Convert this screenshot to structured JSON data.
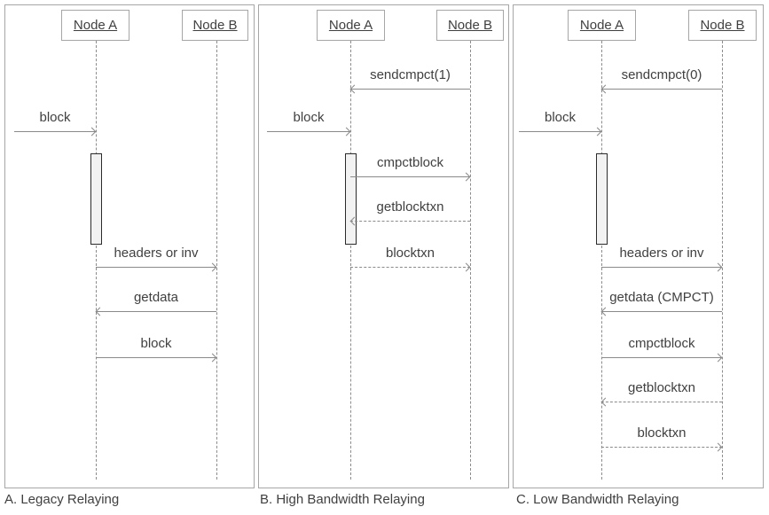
{
  "diagram": {
    "colors": {
      "panel_border": "#a6a6a6",
      "line": "#8a8a8a",
      "text": "#404040",
      "activation_fill": "#f2f2f2",
      "activation_border": "#2b2b2b",
      "background": "#ffffff"
    },
    "panels": [
      {
        "caption": "A. Legacy Relaying",
        "nodes": {
          "a": "Node A",
          "b": "Node B"
        },
        "messages": [
          {
            "label": "block",
            "from": "external",
            "to": "node-a",
            "style": "solid"
          },
          {
            "label": "headers or inv",
            "from": "node-a",
            "to": "node-b",
            "style": "solid"
          },
          {
            "label": "getdata",
            "from": "node-b",
            "to": "node-a",
            "style": "solid"
          },
          {
            "label": "block",
            "from": "node-a",
            "to": "node-b",
            "style": "solid"
          }
        ]
      },
      {
        "caption": "B. High Bandwidth Relaying",
        "nodes": {
          "a": "Node A",
          "b": "Node B"
        },
        "messages": [
          {
            "label": "sendcmpct(1)",
            "from": "node-b",
            "to": "node-a",
            "style": "solid"
          },
          {
            "label": "block",
            "from": "external",
            "to": "node-a",
            "style": "solid"
          },
          {
            "label": "cmpctblock",
            "from": "node-a",
            "to": "node-b",
            "style": "solid"
          },
          {
            "label": "getblocktxn",
            "from": "node-b",
            "to": "node-a",
            "style": "dashed"
          },
          {
            "label": "blocktxn",
            "from": "node-a",
            "to": "node-b",
            "style": "dashed"
          }
        ]
      },
      {
        "caption": "C. Low Bandwidth Relaying",
        "nodes": {
          "a": "Node A",
          "b": "Node B"
        },
        "messages": [
          {
            "label": "sendcmpct(0)",
            "from": "node-b",
            "to": "node-a",
            "style": "solid"
          },
          {
            "label": "block",
            "from": "external",
            "to": "node-a",
            "style": "solid"
          },
          {
            "label": "headers or inv",
            "from": "node-a",
            "to": "node-b",
            "style": "solid"
          },
          {
            "label": "getdata (CMPCT)",
            "from": "node-b",
            "to": "node-a",
            "style": "solid"
          },
          {
            "label": "cmpctblock",
            "from": "node-a",
            "to": "node-b",
            "style": "solid"
          },
          {
            "label": "getblocktxn",
            "from": "node-b",
            "to": "node-a",
            "style": "dashed"
          },
          {
            "label": "blocktxn",
            "from": "node-a",
            "to": "node-b",
            "style": "dashed"
          }
        ]
      }
    ]
  }
}
